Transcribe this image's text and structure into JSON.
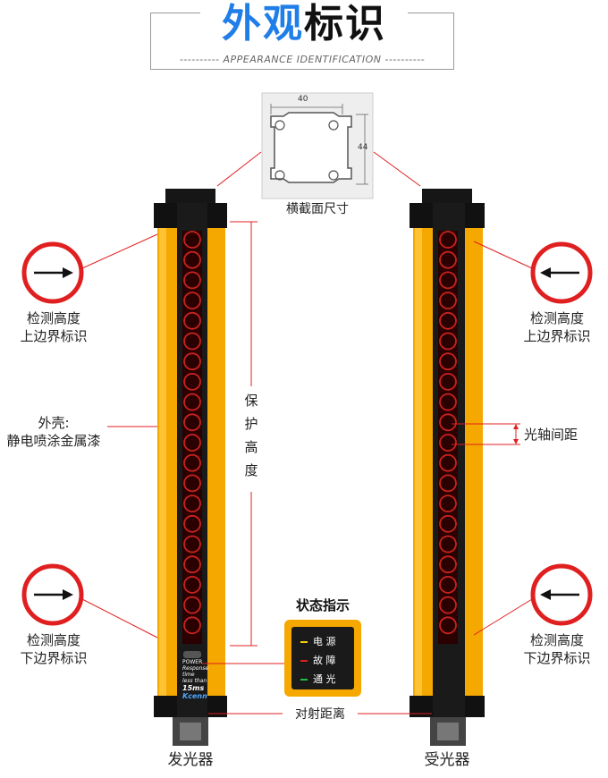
{
  "header": {
    "title_part1": "外观",
    "title_part2": "标识",
    "subtitle": "---------- APPEARANCE IDENTIFICATION ----------"
  },
  "cross_section": {
    "width_label": "40",
    "height_label": "44",
    "caption": "横截面尺寸"
  },
  "labels": {
    "left_top_line1": "检测高度",
    "left_top_line2": "上边界标识",
    "shell_line1": "外壳:",
    "shell_line2": "静电喷涂金属漆",
    "left_bottom_line1": "检测高度",
    "left_bottom_line2": "下边界标识",
    "right_top_line1": "检测高度",
    "right_top_line2": "上边界标识",
    "right_bottom_line1": "检测高度",
    "right_bottom_line2": "下边界标识",
    "protect_1": "保",
    "protect_2": "护",
    "protect_3": "高",
    "protect_4": "度",
    "axis_spacing": "光轴间距",
    "distance": "对射距离",
    "emitter": "发光器",
    "receiver": "受光器"
  },
  "status": {
    "title": "状态指示",
    "items": [
      {
        "label": "电 源",
        "color": "#f5d000"
      },
      {
        "label": "故 障",
        "color": "#e02020"
      },
      {
        "label": "通 光",
        "color": "#20c040"
      }
    ]
  },
  "emitter_panel": {
    "power": "POWER",
    "response": "Response",
    "time": "time",
    "less": "less than",
    "ms": "15ms",
    "brand": "Kcenn"
  },
  "colors": {
    "tube_yellow": "#f5a800",
    "accent_blue": "#1f7ee8",
    "marker_red": "#e02020"
  },
  "lens_count": 20
}
